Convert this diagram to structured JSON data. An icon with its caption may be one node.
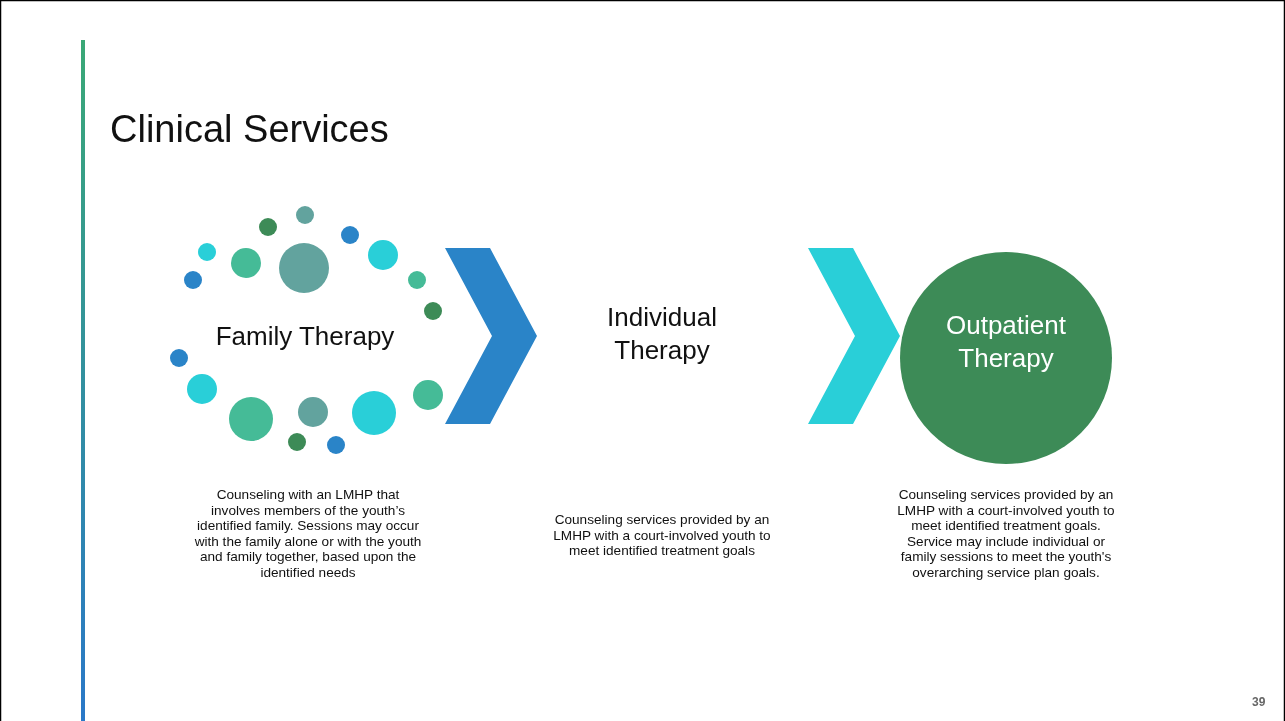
{
  "diagram": {
    "title": "Clinical Services",
    "nodes": [
      {
        "text": [
          "Family Therapy"
        ],
        "beside": [
          "Counseling with an LMHP that involves members of the youth’s identified family. Sessions may occur with the family alone or with the youth and family together, based upon the identified needs"
        ]
      },
      {
        "text": [
          "Individual Therapy"
        ]
      },
      {
        "text": [
          "Outpatient Therapy"
        ],
        "beside": [
          "Counseling services provided by an LMHP with a court-involved youth to meet identified treatment goals.  Service may include individual or family sessions to meet the youth's overarching service plan goals."
        ]
      }
    ],
    "edges": [
      {
        "from": 0,
        "to": 1,
        "arrow": "to",
        "color": "#2a84c8"
      },
      {
        "from": 1,
        "to": 2,
        "arrow": "to",
        "color": "#29cfd8"
      }
    ],
    "labels": [
      "Counseling services provided by an LMHP with a court-involved youth to meet identified treatment goals",
      "39"
    ]
  }
}
